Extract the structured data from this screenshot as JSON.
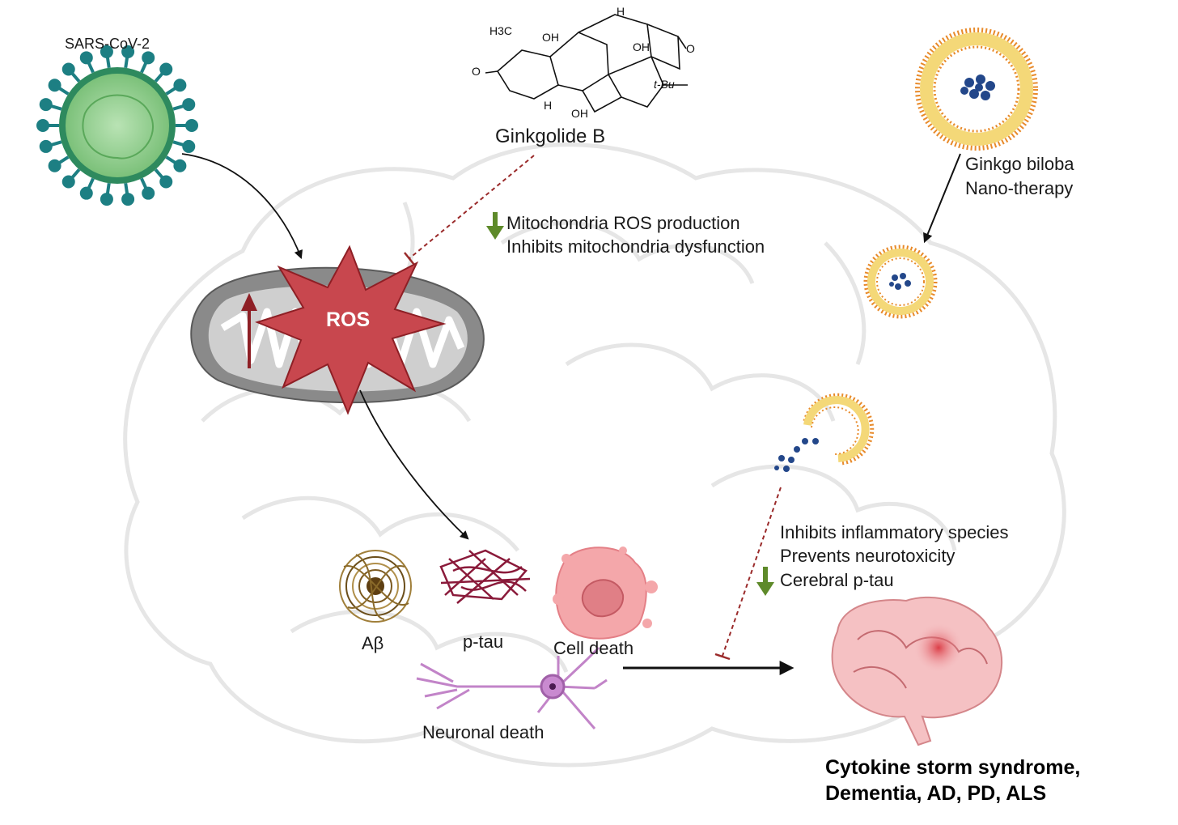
{
  "labels": {
    "virus": "SARS-CoV-2",
    "compound": "Ginkgolide B",
    "nano": [
      "Ginkgo biloba",
      "Nano-therapy"
    ],
    "ros": "ROS",
    "mito_effects": [
      "Mitochondria ROS production",
      "Inhibits mitochondria dysfunction"
    ],
    "outcomes": [
      "Aβ",
      "p-tau",
      "Cell death",
      "Neuronal death"
    ],
    "nano_effects": [
      "Inhibits inflammatory species",
      "Prevents neurotoxicity",
      "Cerebral p-tau"
    ],
    "disease": [
      "Cytokine storm syndrome,",
      "Dementia, AD, PD, ALS"
    ]
  },
  "chem_labels": {
    "h3c": "H3C",
    "oh_top": "OH",
    "h_top": "H",
    "oh_right": "OH",
    "o_left": "O",
    "o_right": "O",
    "h_bottom": "H",
    "oh_bottom": "OH",
    "tbu": "t-Bu"
  },
  "colors": {
    "ros_red": "#c8474e",
    "down_arrow_green": "#5e8a2a",
    "inhibit_red": "#9a2a2a",
    "virus_teal": "#1d7f83",
    "liposome_orange": "#e88a2a",
    "liposome_yellow": "#f4d878",
    "brain_outline": "#e4e4e4"
  }
}
